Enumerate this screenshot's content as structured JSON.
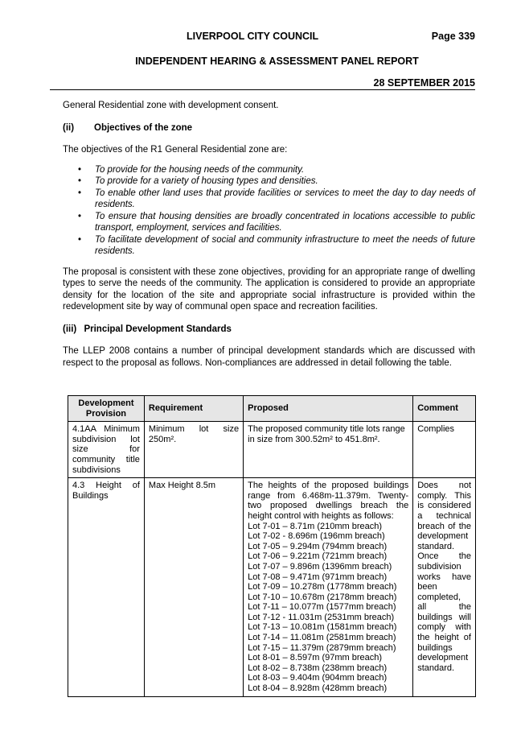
{
  "header": {
    "council": "LIVERPOOL CITY COUNCIL",
    "page": "Page 339",
    "report_title": "INDEPENDENT HEARING & ASSESSMENT PANEL REPORT",
    "date": "28 SEPTEMBER 2015"
  },
  "intro": "General Residential zone with development consent.",
  "section_ii": {
    "number": "(ii)",
    "title": "Objectives of the zone",
    "lead": "The objectives of the R1 General Residential zone are:",
    "objectives": [
      "To provide for the housing needs of the community.",
      "To provide for a variety of housing types and densities.",
      "To enable other land uses that provide facilities or services to meet the day to day needs of residents.",
      "To ensure that housing densities are broadly concentrated in locations accessible to public transport, employment, services and facilities.",
      "To facilitate development of social and community infrastructure to meet the needs of future residents."
    ],
    "assessment": "The proposal is consistent with these zone objectives, providing for an appropriate range of dwelling types to serve the needs of the community. The application is considered to provide an appropriate density for the location of the site and appropriate social infrastructure is provided within the redevelopment site by way of communal open space and recreation facilities."
  },
  "section_iii": {
    "number": "(iii)",
    "title": "Principal Development Standards",
    "lead": "The LLEP 2008 contains a number of principal development standards which are discussed with respect to the proposal as follows. Non-compliances are addressed in detail following the table."
  },
  "table": {
    "headers": [
      "Development Provision",
      "Requirement",
      "Proposed",
      "Comment"
    ],
    "rows": [
      {
        "provision": "4.1AA Minimum subdivision lot size for community title subdivisions",
        "requirement": "Minimum lot size 250m².",
        "proposed": "The proposed community title lots range in size from 300.52m² to 451.8m².",
        "comment": "Complies"
      },
      {
        "provision": "4.3 Height of Buildings",
        "requirement": "Max Height 8.5m",
        "proposed_intro": "The heights of the proposed buildings range from 6.468m-11.379m. Twenty-two proposed dwellings breach the height control with heights as follows:",
        "lots": [
          "Lot 7-01 – 8.71m (210mm breach)",
          "Lot 7-02 -  8.696m (196mm breach)",
          "Lot 7-05 – 9.294m (794mm breach)",
          "Lot 7-06 – 9.221m (721mm breach)",
          "Lot 7-07 – 9.896m (1396mm breach)",
          "Lot 7-08 – 9.471m (971mm breach)",
          "Lot 7-09 – 10.278m (1778mm breach)",
          "Lot 7-10 – 10.678m (2178mm breach)",
          "Lot 7-11 – 10.077m (1577mm breach)",
          "Lot 7-12 -  11.031m (2531mm breach)",
          "Lot 7-13 – 10.081m (1581mm breach)",
          "Lot 7-14 – 11.081m (2581mm breach)",
          "Lot 7-15 – 11.379m (2879mm breach)",
          "Lot 8-01 – 8.597m (97mm breach)",
          "Lot 8-02 – 8.738m (238mm breach)",
          "Lot 8-03 – 9.404m (904mm breach)",
          "Lot 8-04 – 8.928m (428mm breach)"
        ],
        "comment": "Does not comply. This is considered a technical breach of the development standard. Once the subdivision works have been completed, all the buildings will comply with the height of buildings development standard."
      }
    ]
  }
}
